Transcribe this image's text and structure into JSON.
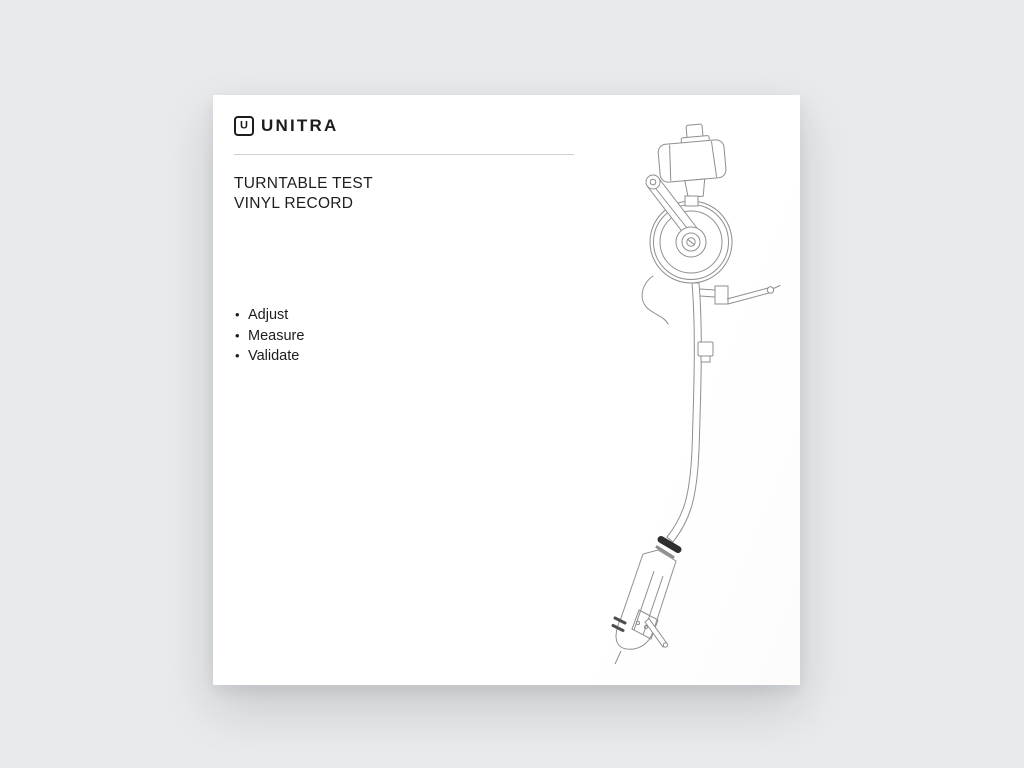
{
  "card": {
    "brand": {
      "logo_glyph": "U",
      "name": "UNITRA"
    },
    "title_line1": "TURNTABLE TEST",
    "title_line2": "VINYL RECORD",
    "bullet": "•",
    "steps": [
      "Adjust",
      "Measure",
      "Validate"
    ],
    "illustration": "tonearm-technical-line-drawing"
  },
  "colors": {
    "page_bg": "#e8eaec",
    "card_bg": "#ffffff",
    "text": "#1d1d1f",
    "divider": "#cfcfcf",
    "line_art": "#8f8f8f",
    "line_art_mid": "#4f4f4f",
    "line_art_dark": "#2e2e2e"
  }
}
